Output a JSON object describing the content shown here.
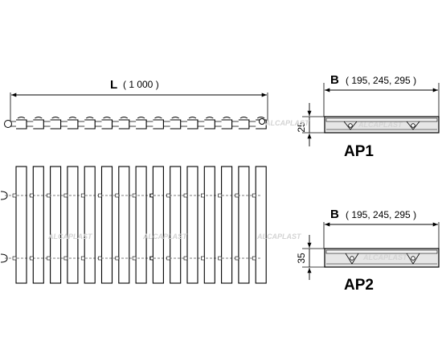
{
  "length_dimension": {
    "symbol": "L",
    "value": "( 1 000 )"
  },
  "ap1": {
    "title": "AP1",
    "width_symbol": "B",
    "width_values": "( 195, 245, 295 )",
    "height_value": "25"
  },
  "ap2": {
    "title": "AP2",
    "width_symbol": "B",
    "width_values": "( 195, 245, 295 )",
    "height_value": "35"
  },
  "watermark": {
    "brand": "ALCAPLAST"
  },
  "grating": {
    "bar_count": 15,
    "hole_rows": 2
  },
  "colors": {
    "line": "#000000",
    "profile_fill": "#e6e6e6",
    "watermark": "#d4d4d4"
  }
}
